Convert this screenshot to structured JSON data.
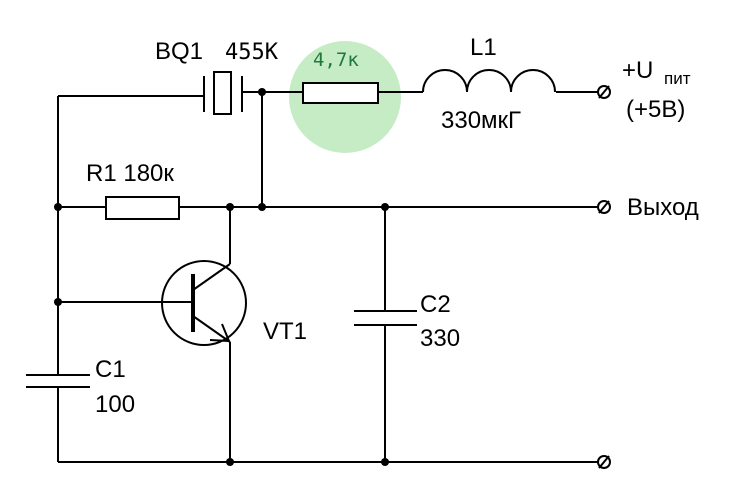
{
  "colors": {
    "ink": "#000000",
    "highlight_fill": "#c6ecc6",
    "highlight_text": "#1f7a3a"
  },
  "components": {
    "bq1": {
      "ref": "BQ1",
      "value": "455K"
    },
    "r_highlight": {
      "value": "4,7к"
    },
    "l1": {
      "ref": "L1",
      "value": "330мкГ"
    },
    "r1": {
      "label": "R1 180к"
    },
    "vt1": {
      "ref": "VT1"
    },
    "c1": {
      "ref": "C1",
      "value": "100"
    },
    "c2": {
      "ref": "C2",
      "value": "330"
    }
  },
  "terminals": {
    "supply": {
      "label_main": "+U",
      "label_sub": "пит",
      "note": "(+5В)"
    },
    "output": {
      "label": "Выход"
    }
  }
}
